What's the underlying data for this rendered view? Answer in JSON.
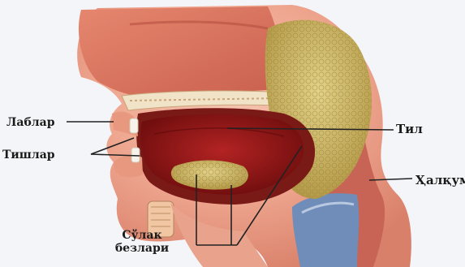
{
  "figure": {
    "labels": {
      "lips": "Лаблар",
      "teeth": "Тишлар",
      "tongue": "Тил",
      "pharynx": "Ҳалқум",
      "salivary_glands_line1": "Сўлак",
      "salivary_glands_line2": "безлари"
    }
  },
  "colors": {
    "background": "#f4f5f9",
    "skin": "#e07a64",
    "skin_light": "#f3b9a5",
    "tongue": "#8a1414",
    "gland": "#c7b45e",
    "pharynx_wall": "#c86456",
    "airway": "#6f8db8",
    "leader_line": "#222222"
  }
}
